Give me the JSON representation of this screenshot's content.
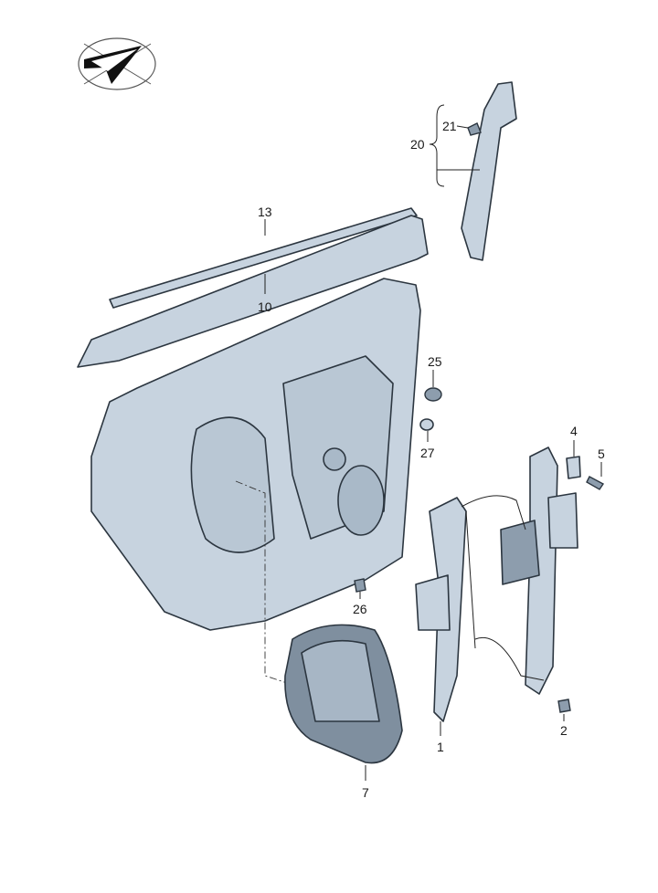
{
  "diagram": {
    "logo": "check-mark-in-ellipse",
    "callouts": {
      "p1": "1",
      "p2": "2",
      "p4": "4",
      "p5": "5",
      "p7": "7",
      "p10": "10",
      "p13": "13",
      "p20": "20",
      "p21": "21",
      "p25": "25",
      "p26": "26",
      "p27": "27"
    },
    "colors": {
      "part_fill": "#c7d3df",
      "outline": "#2c3640"
    }
  }
}
